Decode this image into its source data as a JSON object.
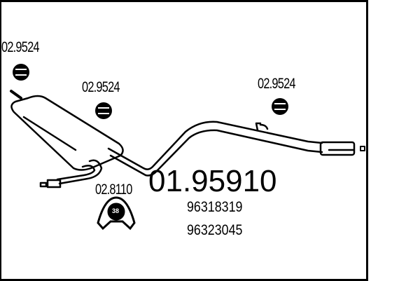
{
  "diagram": {
    "main_part_number": "01.95910",
    "oem_numbers": [
      "96318319",
      "96323045"
    ],
    "accessories": [
      {
        "part_number": "02.9524",
        "icon": "rubber-hanger-icon"
      },
      {
        "part_number": "02.9524",
        "icon": "rubber-hanger-icon"
      },
      {
        "part_number": "02.9524",
        "icon": "rubber-hanger-icon"
      },
      {
        "part_number": "02.8110",
        "icon": "clamp-icon",
        "clamp_size": "38"
      }
    ]
  }
}
